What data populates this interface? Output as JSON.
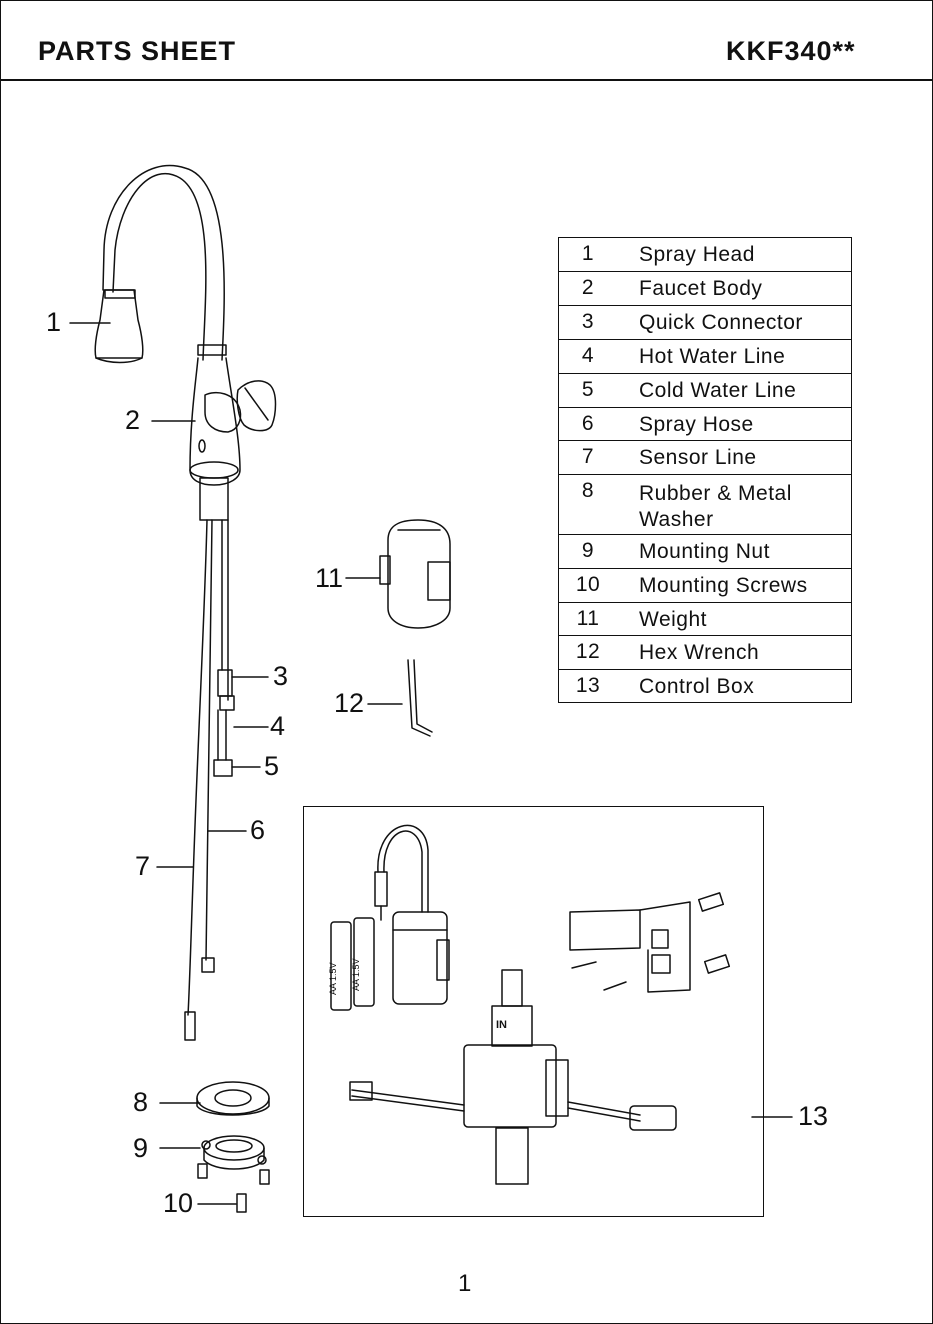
{
  "header": {
    "title": "PARTS SHEET",
    "model": "KKF340**"
  },
  "parts": [
    {
      "num": "1",
      "name": "Spray Head"
    },
    {
      "num": "2",
      "name": "Faucet Body"
    },
    {
      "num": "3",
      "name": "Quick Connector"
    },
    {
      "num": "4",
      "name": "Hot Water Line"
    },
    {
      "num": "5",
      "name": "Cold Water Line"
    },
    {
      "num": "6",
      "name": "Spray Hose"
    },
    {
      "num": "7",
      "name": "Sensor Line"
    },
    {
      "num": "8",
      "name": "Rubber & Metal Washer"
    },
    {
      "num": "9",
      "name": "Mounting Nut"
    },
    {
      "num": "10",
      "name": "Mounting Screws"
    },
    {
      "num": "11",
      "name": "Weight"
    },
    {
      "num": "12",
      "name": "Hex Wrench"
    },
    {
      "num": "13",
      "name": "Control Box"
    }
  ],
  "callouts": [
    "1",
    "2",
    "3",
    "4",
    "5",
    "6",
    "7",
    "8",
    "9",
    "10",
    "11",
    "12",
    "13"
  ],
  "battery_label": "AA 1.5V",
  "inlet_mark": "IN",
  "page_number": "1"
}
